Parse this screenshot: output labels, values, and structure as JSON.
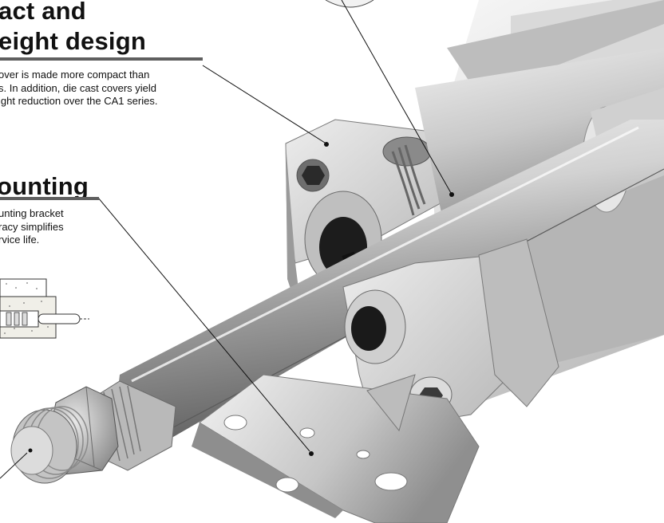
{
  "section_compact": {
    "heading_line1": "act and",
    "heading_line2": "eight design",
    "paragraph_lines": [
      "over is made more compact than",
      "s. In addition, die cast covers yield",
      "ight reduction over the CA1 series."
    ]
  },
  "section_mounting": {
    "heading": "ounting",
    "paragraph_lines": [
      "unting bracket",
      "racy simplifies",
      "rvice life."
    ]
  },
  "colors": {
    "heading_text": "#111111",
    "heading_rule": "#5f5f5f",
    "metal_light": "#e4e4e4",
    "metal_mid": "#bdbdbd",
    "metal_dark": "#7a7a7a",
    "seal_black": "#1a1a1a"
  },
  "icons": {
    "leader_dot": "callout-dot",
    "figure": "cylinder-cutaway-illustration",
    "detail": "rod-seal-detail-diagram"
  }
}
